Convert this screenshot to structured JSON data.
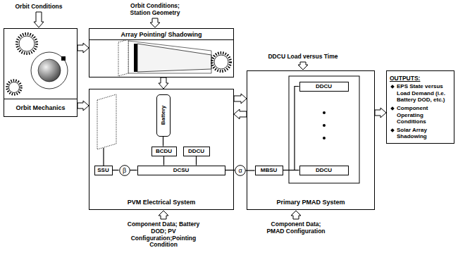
{
  "diagram": {
    "nodes": [
      {
        "text": [
          "Orbit Mechanics"
        ]
      },
      {
        "text": [
          "Array Pointing/ Shadowing"
        ]
      },
      {
        "text": [
          "PVM Electrical System"
        ]
      },
      {
        "text": [
          "Battery"
        ],
        "in": 2
      },
      {
        "text": [
          "BCDU"
        ],
        "in": 2
      },
      {
        "text": [
          "DDCU"
        ],
        "in": 2
      },
      {
        "text": [
          "SSU"
        ],
        "in": 2
      },
      {
        "text": [
          "β"
        ],
        "in": 2
      },
      {
        "text": [
          "DCSU"
        ],
        "in": 2
      },
      {
        "text": [
          "α"
        ]
      },
      {
        "text": [
          "Primary PMAD System"
        ]
      },
      {
        "text": [
          "DDCU"
        ],
        "in": 10
      },
      {
        "text": [
          "MBSU"
        ],
        "in": 10
      },
      {
        "text": [
          "DDCU"
        ],
        "in": 10
      },
      {
        "text": [
          "OUTPUTS:",
          "EPS State versus Load Demand (i.e. Battery DOD, etc.)",
          "Component Operating Conditions",
          "Solar Array Shadowing"
        ]
      }
    ],
    "edges": [
      {
        "from": 0,
        "to": 1,
        "arrow": "to"
      },
      {
        "from": 0,
        "to": 2,
        "arrow": "to"
      },
      {
        "from": 1,
        "to": 2,
        "arrow": "to"
      },
      {
        "from": 2,
        "to": 10,
        "arrow": "to"
      },
      {
        "from": 10,
        "to": 2,
        "arrow": "to"
      },
      {
        "from": 10,
        "to": 14,
        "arrow": "to"
      },
      {
        "from": 3,
        "to": 4,
        "arrow": "none"
      },
      {
        "from": 4,
        "to": 8,
        "arrow": "none"
      },
      {
        "from": 5,
        "to": 8,
        "arrow": "none"
      },
      {
        "from": 6,
        "to": 7,
        "arrow": "none"
      },
      {
        "from": 7,
        "to": 8,
        "arrow": "none"
      },
      {
        "from": 8,
        "to": 9,
        "arrow": "none"
      },
      {
        "from": 9,
        "to": 12,
        "arrow": "none"
      },
      {
        "from": 12,
        "to": 13,
        "arrow": "none"
      },
      {
        "from": 12,
        "to": 11,
        "arrow": "none"
      }
    ],
    "labels": [
      "Orbit Conditions",
      "Orbit Conditions; Station Geometry",
      "DDCU Load versus Time",
      "Component Data; Battery DOD; PV Configuration;Pointing Condition",
      "Component Data; PMAD Configuration"
    ]
  }
}
